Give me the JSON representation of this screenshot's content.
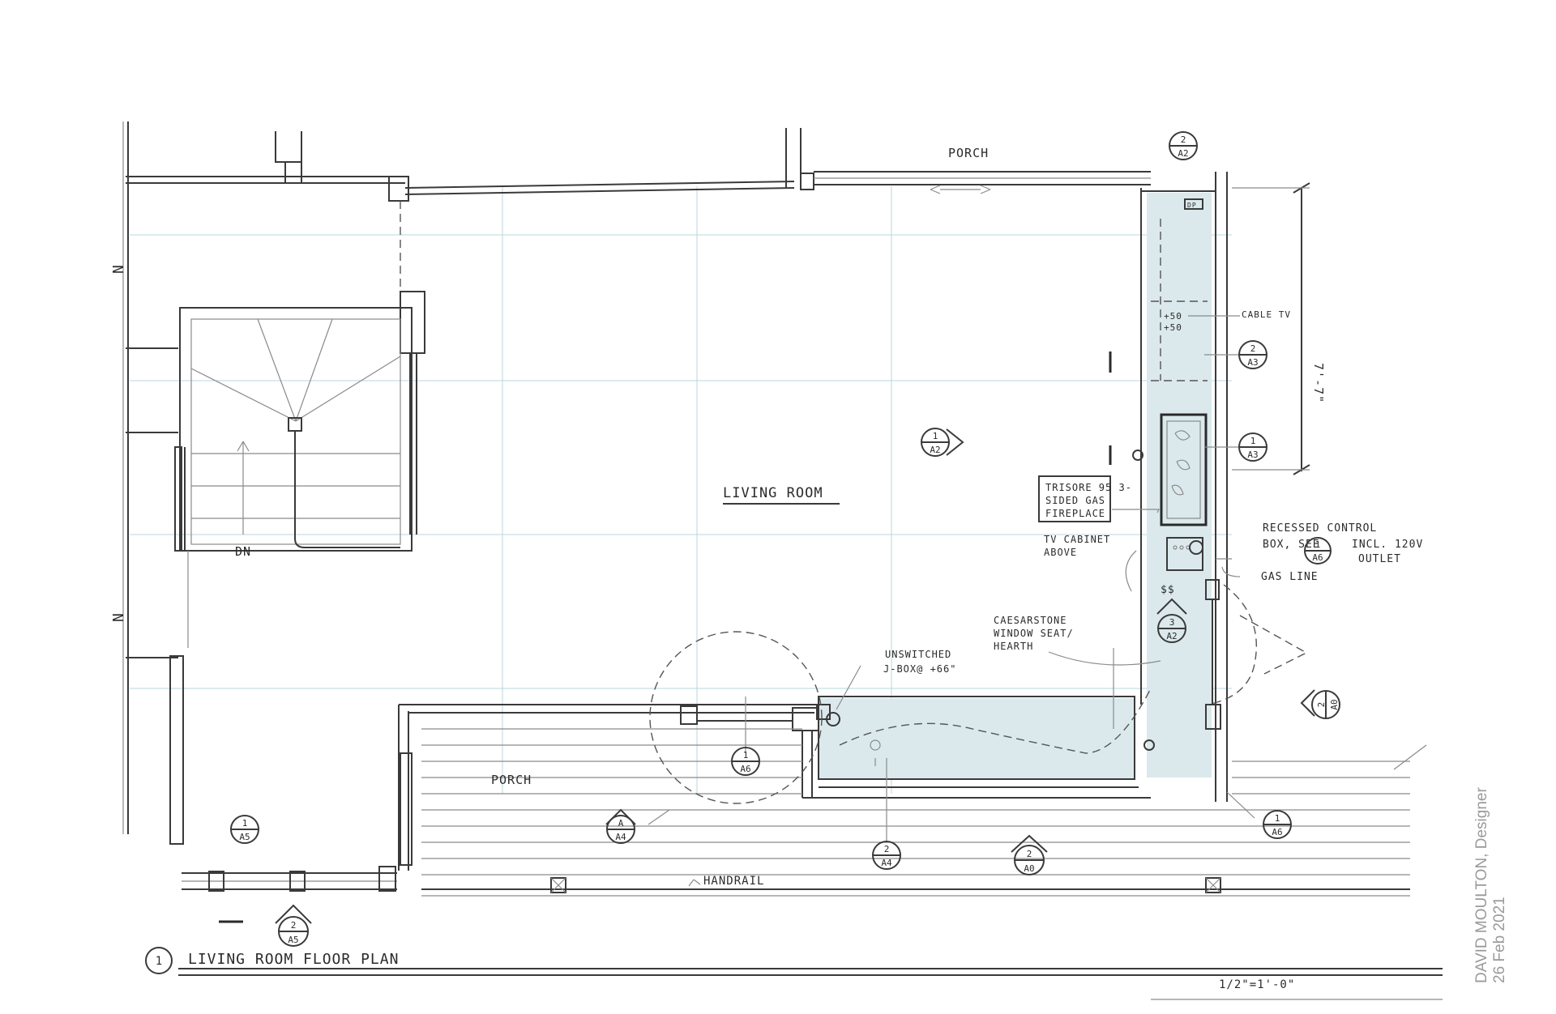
{
  "drawing": {
    "title": "LIVING ROOM FLOOR PLAN",
    "title_number": "1",
    "scale": "1/2\"=1'-0\""
  },
  "rooms": {
    "living_room": "LIVING ROOM",
    "porch_top": "PORCH",
    "porch_bottom": "PORCH"
  },
  "labels": {
    "dn": "DN",
    "fireplace": [
      "TRISORE 95 3-",
      "SIDED GAS",
      "FIREPLACE"
    ],
    "tv_cabinet": [
      "TV CABINET",
      "ABOVE"
    ],
    "recessed": [
      "RECESSED CONTROL",
      "BOX, SEE",
      "INCL. 120V",
      "OUTLET"
    ],
    "gas_line": "GAS LINE",
    "caesarstone": [
      "CAESARSTONE",
      "WINDOW SEAT/",
      "HEARTH"
    ],
    "unswitched": [
      "UNSWITCHED",
      "J-BOX@ +66\""
    ],
    "cable_tv": "CABLE TV",
    "outlet_50a": "+50",
    "outlet_50b": "+50",
    "handrail": "HANDRAIL",
    "dimension": "7'-7\"",
    "dp": "DP",
    "dollar": "$$"
  },
  "tags": {
    "t_2_a2_top": {
      "n": "2",
      "s": "A2"
    },
    "t_2_a3": {
      "n": "2",
      "s": "A3"
    },
    "t_1_a3": {
      "n": "1",
      "s": "A3"
    },
    "t_1_a2": {
      "n": "1",
      "s": "A2"
    },
    "t_1_a6_box": {
      "n": "1",
      "s": "A6"
    },
    "t_3_a2": {
      "n": "3",
      "s": "A2"
    },
    "t_2_a0_right": {
      "n": "2",
      "s": "A0"
    },
    "t_1_a6_right": {
      "n": "1",
      "s": "A6"
    },
    "t_1_a6_mid": {
      "n": "1",
      "s": "A6"
    },
    "t_a_a4": {
      "n": "A",
      "s": "A4"
    },
    "t_2_a4": {
      "n": "2",
      "s": "A4"
    },
    "t_2_a0_bottom": {
      "n": "2",
      "s": "A0"
    },
    "t_1_a5": {
      "n": "1",
      "s": "A5"
    },
    "t_2_a5": {
      "n": "2",
      "s": "A5"
    }
  },
  "credit": {
    "designer": "DAVID MOULTON, Designer",
    "date": "26 Feb 2021"
  }
}
